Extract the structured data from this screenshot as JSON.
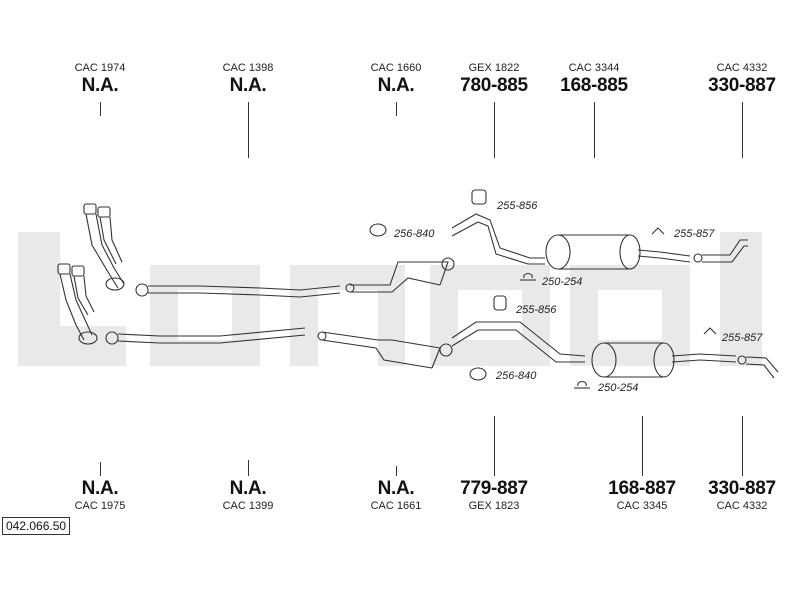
{
  "watermark_color": "#e9e9e9",
  "line_color": "#333333",
  "top_labels": [
    {
      "code": "CAC 1974",
      "part": "N.A."
    },
    {
      "code": "CAC 1398",
      "part": "N.A."
    },
    {
      "code": "CAC 1660",
      "part": "N.A."
    },
    {
      "code": "GEX 1822",
      "part": "780-885"
    },
    {
      "code": "CAC 3344",
      "part": "168-885"
    },
    {
      "code": "CAC 4332",
      "part": "330-887"
    }
  ],
  "bottom_labels": [
    {
      "code": "CAC 1975",
      "part": "N.A."
    },
    {
      "code": "CAC 1399",
      "part": "N.A."
    },
    {
      "code": "CAC 1661",
      "part": "N.A."
    },
    {
      "code": "GEX 1823",
      "part": "779-887"
    },
    {
      "code": "CAC 3345",
      "part": "168-887"
    },
    {
      "code": "CAC 4332",
      "part": "330-887"
    }
  ],
  "refs": {
    "r1": "256-840",
    "r2": "255-856",
    "r3": "250-254",
    "r4": "255-857",
    "r5": "255-856",
    "r6": "256-840",
    "r7": "250-254",
    "r8": "255-857"
  },
  "document_number": "042.066.50"
}
